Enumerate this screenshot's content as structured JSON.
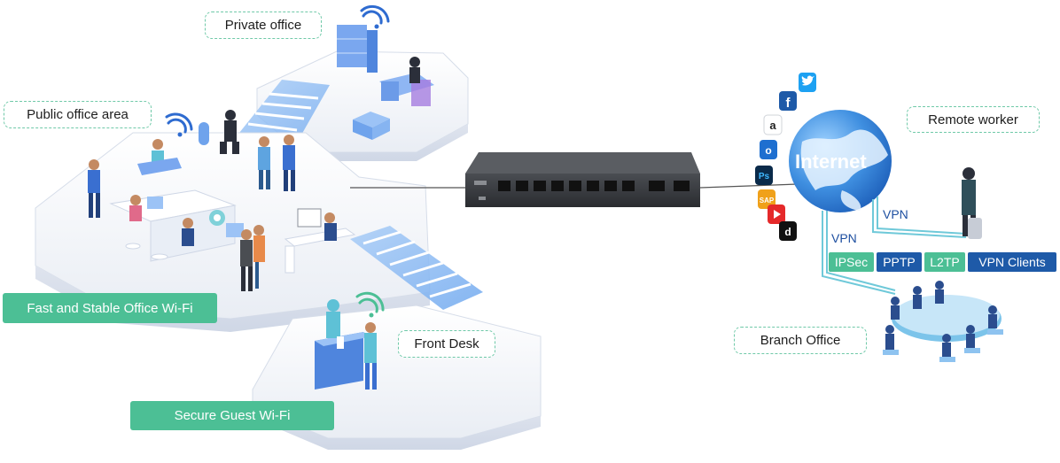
{
  "labels": {
    "private_office": "Private office",
    "public_office_area": "Public office area",
    "front_desk": "Front Desk",
    "remote_worker": "Remote worker",
    "branch_office": "Branch Office",
    "office_wifi": "Fast and Stable Office Wi-Fi",
    "guest_wifi": "Secure Guest Wi-Fi"
  },
  "internet": "Internet",
  "vpn": {
    "remote_link": "VPN",
    "branch_link": "VPN",
    "protocols": [
      "IPSec",
      "PPTP",
      "L2TP",
      "VPN Clients"
    ]
  },
  "colors": {
    "green": "#4cbf95",
    "dash_green": "#6fc9a8",
    "ipsec": "#4cbf95",
    "pptp": "#1e5aa8",
    "l2tp": "#4cbf95",
    "vpn_clients": "#1e5aa8",
    "globe": "#3f8fe0",
    "floor": "#eef1f6"
  },
  "icons": [
    "wifi-icon",
    "twitter-icon",
    "facebook-icon",
    "amazon-icon",
    "outlook-icon",
    "photoshop-icon",
    "sap-icon",
    "youtube-icon",
    "tiktok-icon"
  ]
}
